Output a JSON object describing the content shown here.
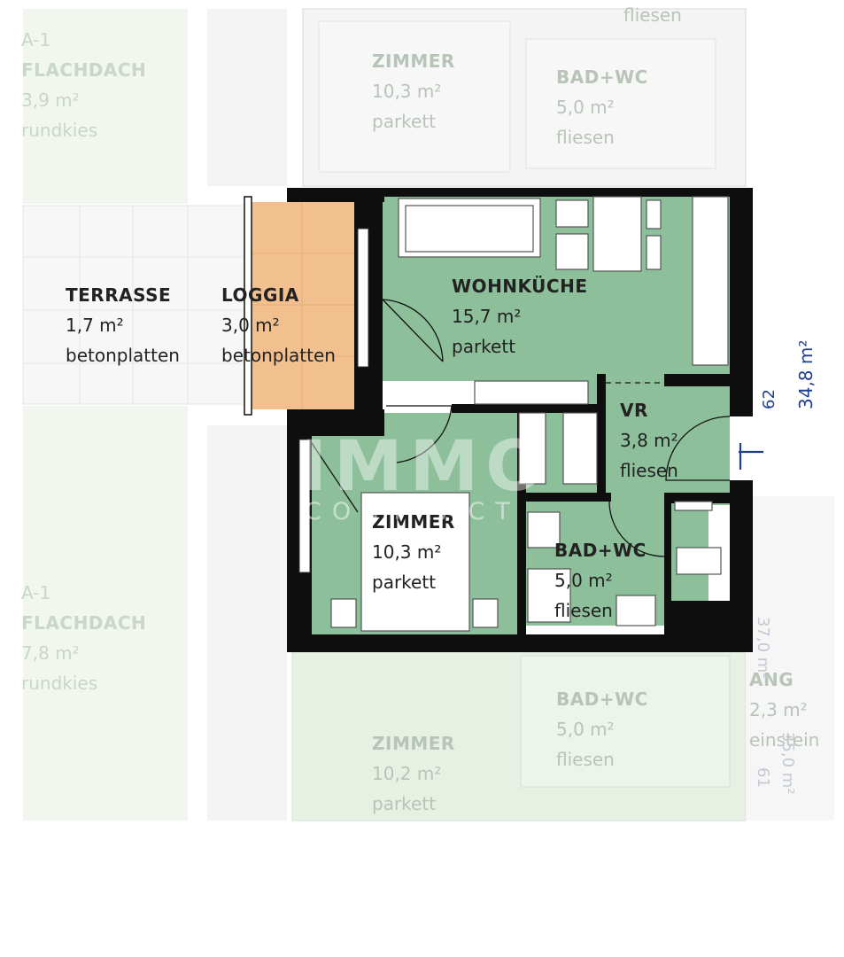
{
  "rooms": {
    "terrasse": {
      "name": "TERRASSE",
      "area": "1,7 m²",
      "floor": "betonplatten"
    },
    "loggia": {
      "name": "LOGGIA",
      "area": "3,0 m²",
      "floor": "betonplatten"
    },
    "wohnkueche": {
      "name": "WOHNKÜCHE",
      "area": "15,7 m²",
      "floor": "parkett"
    },
    "vr": {
      "name": "VR",
      "area": "3,8 m²",
      "floor": "fliesen"
    },
    "zimmer": {
      "name": "ZIMMER",
      "area": "10,3 m²",
      "floor": "parkett"
    },
    "badwc": {
      "name": "BAD+WC",
      "area": "5,0 m²",
      "floor": "fliesen"
    }
  },
  "ghost": {
    "flachdach_top": {
      "code": "A-1",
      "name": "FLACHDACH",
      "area": "3,9 m²",
      "floor": "rundkies"
    },
    "flachdach_bottom": {
      "code": "A-1",
      "name": "FLACHDACH",
      "area": "7,8 m²",
      "floor": "rundkies"
    },
    "zimmer_top": {
      "name": "ZIMMER",
      "area": "10,3 m²",
      "floor": "parkett"
    },
    "bad_top": {
      "name": "BAD+WC",
      "area": "5,0 m²",
      "floor": "fliesen"
    },
    "fliesen_top": "fliesen",
    "zimmer_bottom": {
      "name": "ZIMMER",
      "area": "10,2 m²",
      "floor": "parkett"
    },
    "bad_bottom": {
      "name": "BAD+WC",
      "area": "5,0 m²",
      "floor": "fliesen"
    },
    "gang": {
      "name": "ANG",
      "area": "2,3 m²",
      "floor": "einstein"
    }
  },
  "dimensions": {
    "unit_area": "34,8 m²",
    "door_62": "62",
    "neighbor_area_a": "37,0 m²",
    "neighbor_area_b": "35,0 m²",
    "neighbor_61": "61"
  },
  "watermark": {
    "main": "IMMO",
    "sub": "CONTRACT"
  },
  "colors": {
    "room_green": "#8cbf9a",
    "loggia_orange": "#f2c08f",
    "wall": "#0e0e0e",
    "ghost_green": "#e6f1e4",
    "dimension_blue": "#1f3f8a"
  }
}
